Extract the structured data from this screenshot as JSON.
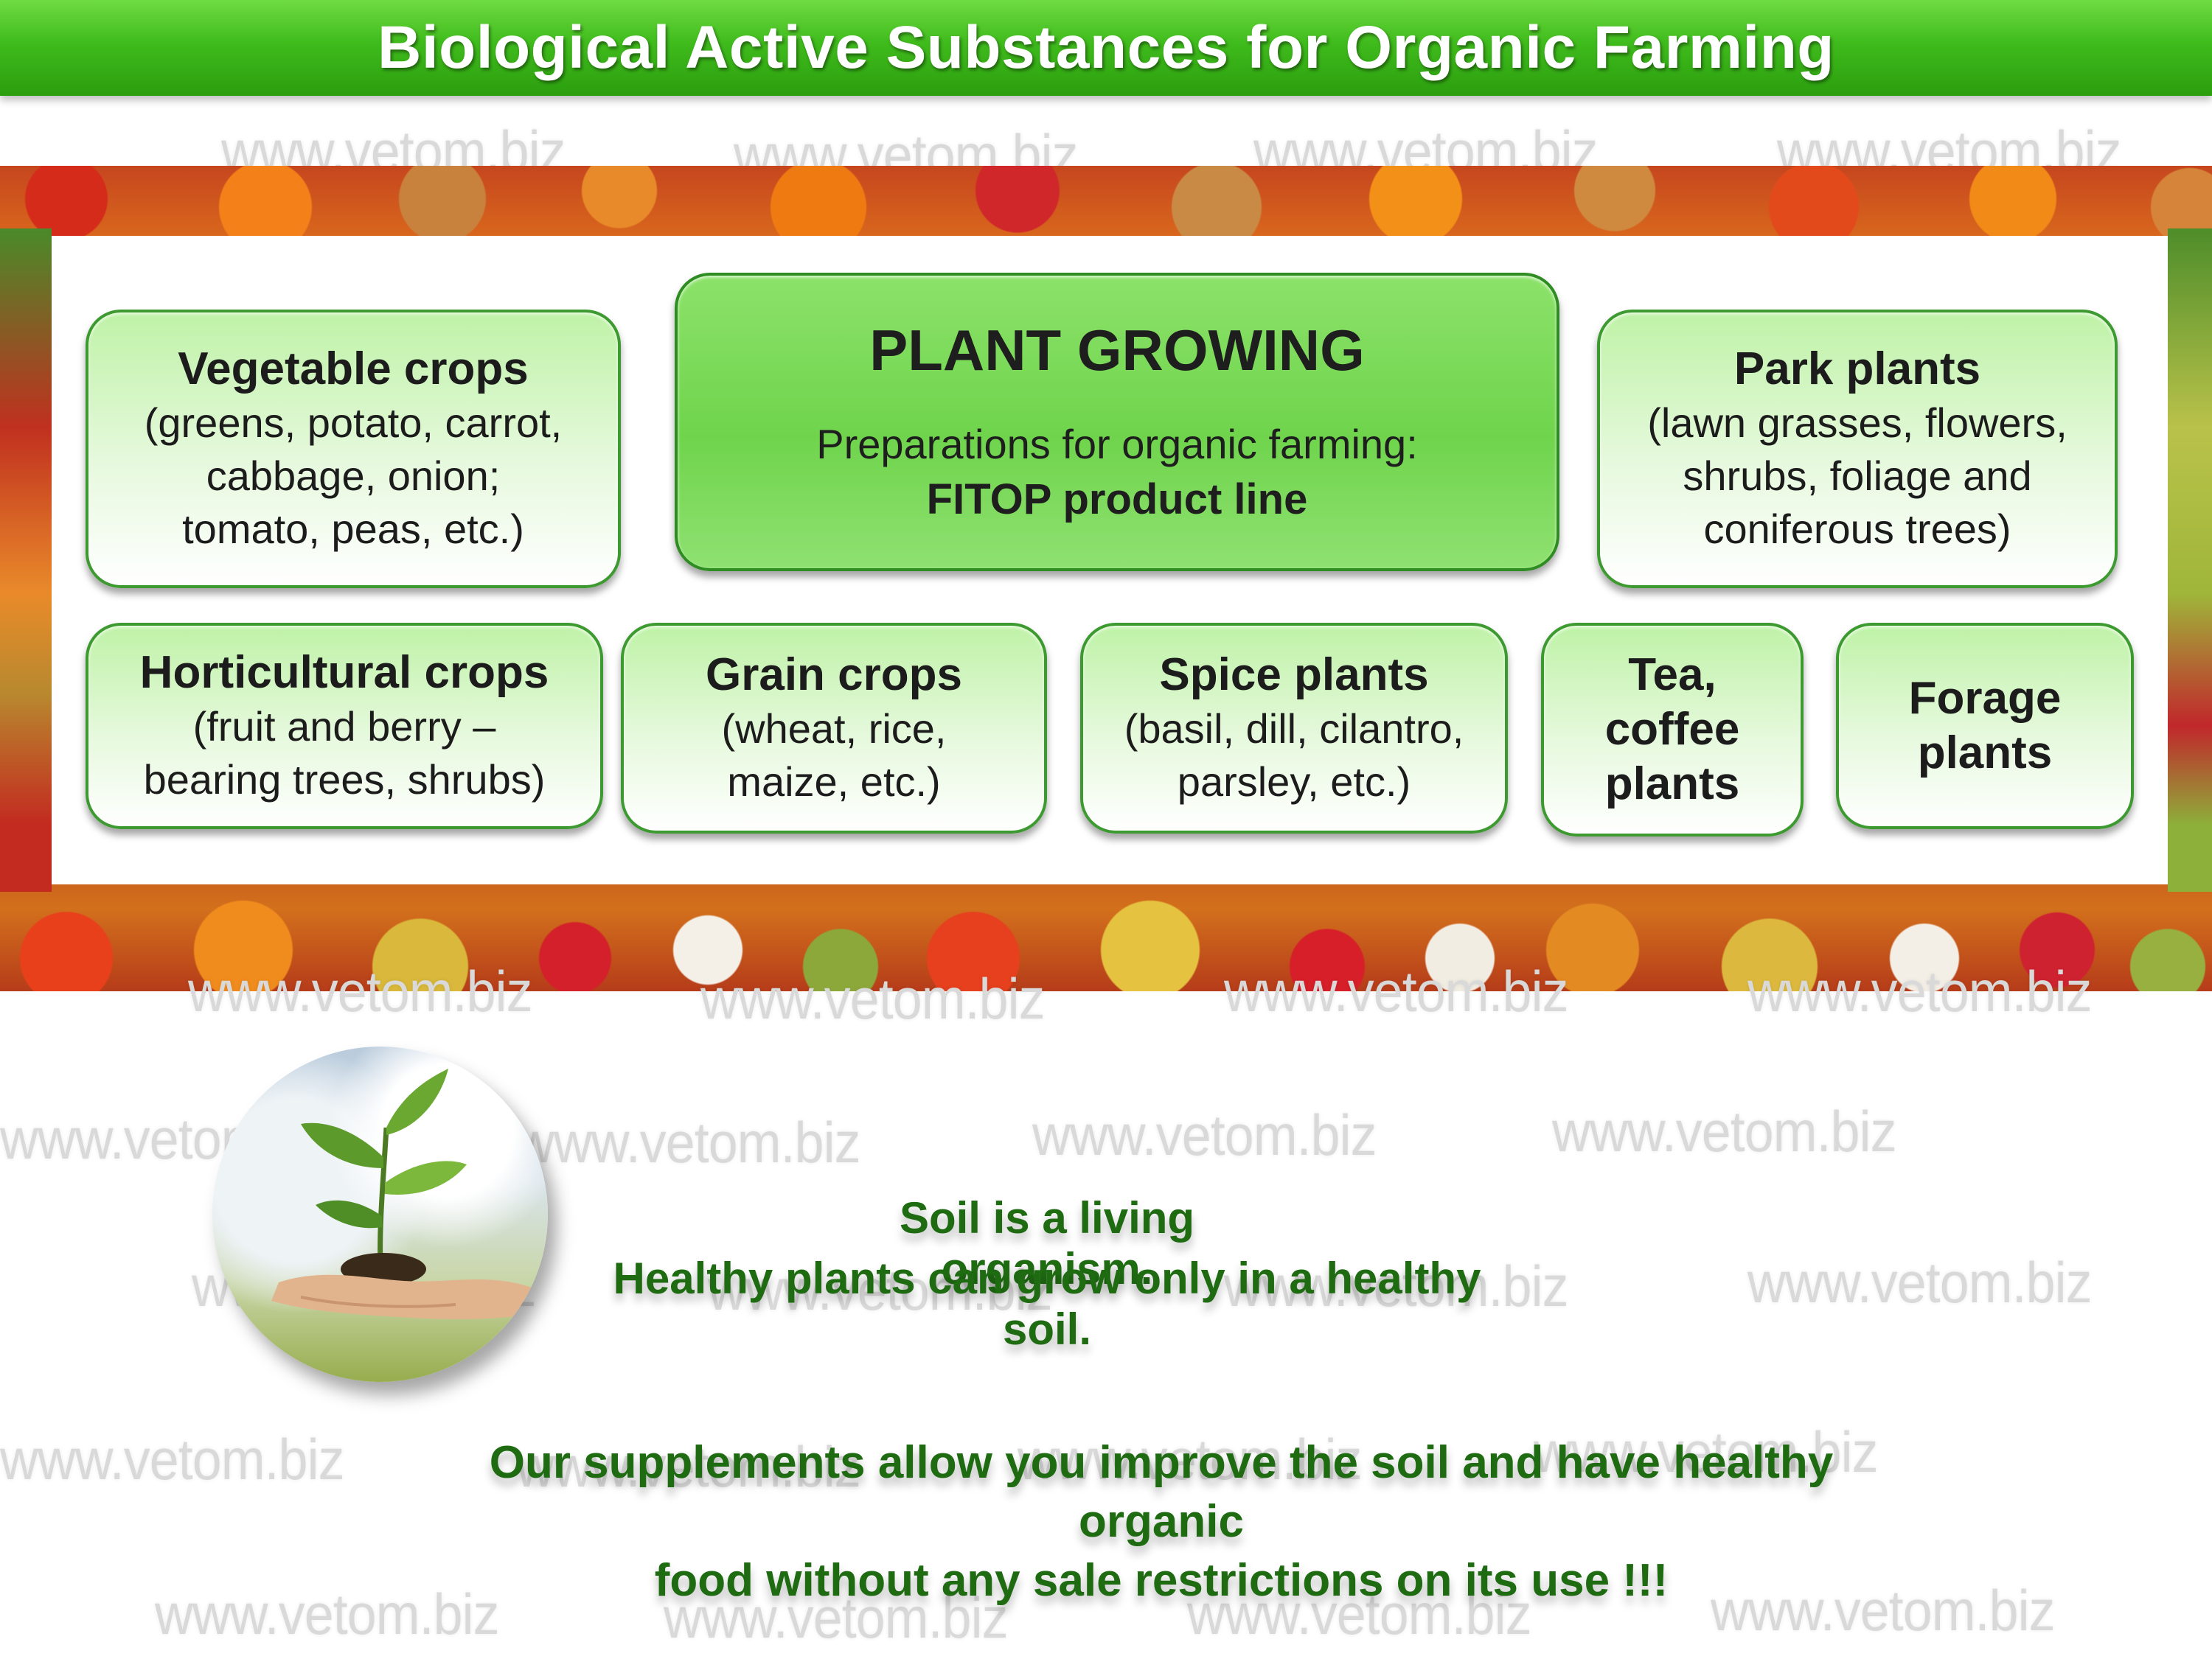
{
  "header": {
    "title": "Biological Active Substances for Organic Farming"
  },
  "watermark": "www.vetom.biz",
  "diagram": {
    "main": {
      "title": "PLANT GROWING",
      "subtitle": "Preparations  for organic farming:",
      "product_line": "FITOP product line"
    },
    "top_boxes": [
      {
        "title": "Vegetable crops",
        "lines": [
          "(greens, potato, carrot,",
          "cabbage, onion;",
          "tomato, peas, etc.)"
        ]
      },
      {
        "title": "Park plants",
        "lines": [
          "(lawn grasses, flowers,",
          "shrubs, foliage and",
          "coniferous trees)"
        ]
      }
    ],
    "bottom_boxes": [
      {
        "title": "Horticultural crops",
        "lines": [
          "(fruit and berry –",
          "bearing trees, shrubs)"
        ]
      },
      {
        "title": "Grain crops",
        "lines": [
          "(wheat, rice,",
          "maize, etc.)"
        ]
      },
      {
        "title": "Spice plants",
        "lines": [
          "(basil, dill, cilantro,",
          "parsley, etc.)"
        ]
      },
      {
        "title": "Tea, coffee plants",
        "lines": [
          "Tea,",
          "coffee",
          "plants"
        ]
      },
      {
        "title": "Forage plants",
        "lines": [
          "Forage",
          "plants"
        ]
      }
    ]
  },
  "message": {
    "line1": "Soil is a living organism.",
    "line2": "Healthy plants can grow only in a healthy soil.",
    "line3": "Our supplements allow you improve the soil and have healthy organic",
    "line4": "food without any sale restrictions on its use !!!"
  },
  "colors": {
    "header_green": "#3fbb1c",
    "box_border": "#3d9a30",
    "main_box": "#6fd44c",
    "message_green": "#1e6b12",
    "watermark": "#d9d9d9"
  },
  "icons": [
    "plant-in-hand-icon"
  ]
}
